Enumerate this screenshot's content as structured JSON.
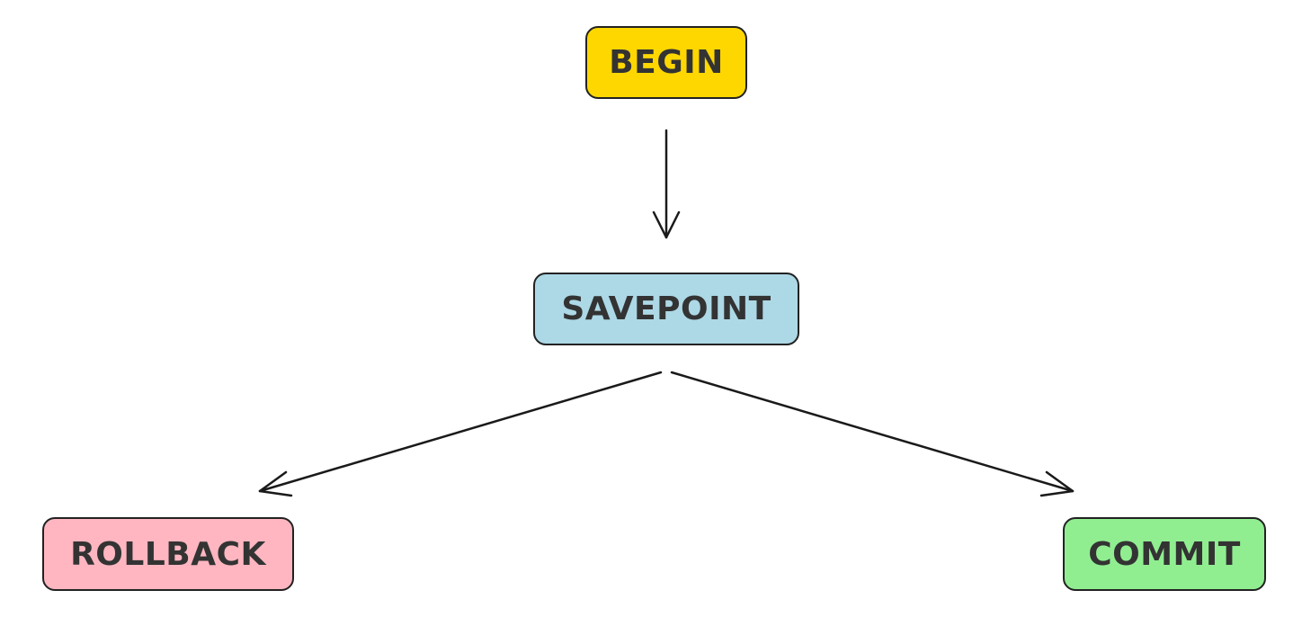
{
  "nodes": {
    "begin": {
      "label": "BEGIN",
      "color": "#FFD700"
    },
    "savepoint": {
      "label": "SAVEPOINT",
      "color": "#ADD8E6"
    },
    "rollback": {
      "label": "ROLLBACK",
      "color": "#FFB6C1"
    },
    "commit": {
      "label": "COMMIT",
      "color": "#90EE90"
    }
  },
  "edges": [
    {
      "from": "begin",
      "to": "savepoint"
    },
    {
      "from": "savepoint",
      "to": "rollback"
    },
    {
      "from": "savepoint",
      "to": "commit"
    }
  ],
  "style": {
    "edge_color": "#1a1a1a",
    "border_color": "#222222",
    "text_color": "#333333",
    "background": "#ffffff"
  }
}
